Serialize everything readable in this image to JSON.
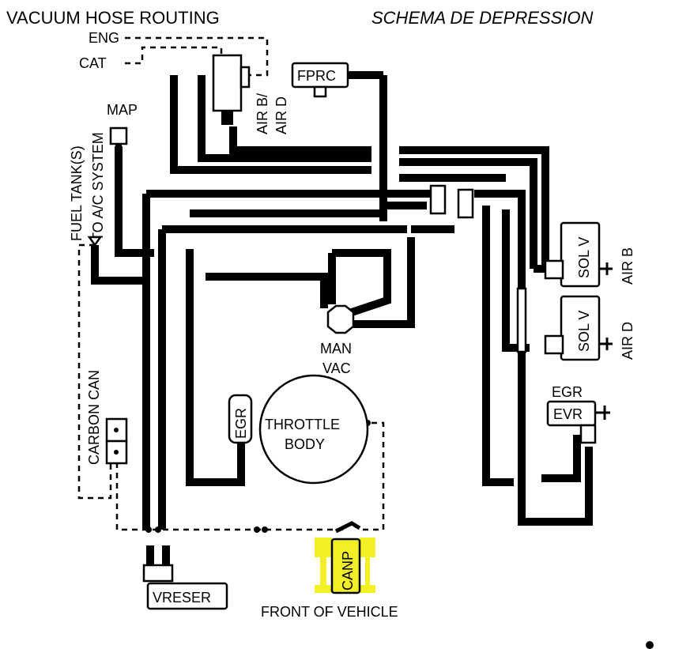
{
  "title": "VACUUM HOSE ROUTING",
  "title_fr": "SCHEMA DE DEPRESSION",
  "labels": {
    "eng": "ENG",
    "cat": "CAT",
    "fprc": "FPRC",
    "map": "MAP",
    "air_bd_1": "AIR B/",
    "air_bd_2": "AIR D",
    "fuel_tank": "FUEL TANK(S)",
    "to_ac": "TO A/C SYSTEM",
    "sol_v_b": "SOL V",
    "air_b": "AIR B",
    "sol_v_d": "SOL V",
    "air_d": "AIR D",
    "man": "MAN",
    "vac": "VAC",
    "carbon_can": "CARBON CAN",
    "egr_valve": "EGR",
    "throttle": "THROTTLE",
    "body": "BODY",
    "egr": "EGR",
    "evr": "EVR",
    "canp": "CANP",
    "vreser": "VRESER",
    "front": "FRONT OF VEHICLE"
  },
  "highlight_color": "#f2ef24"
}
